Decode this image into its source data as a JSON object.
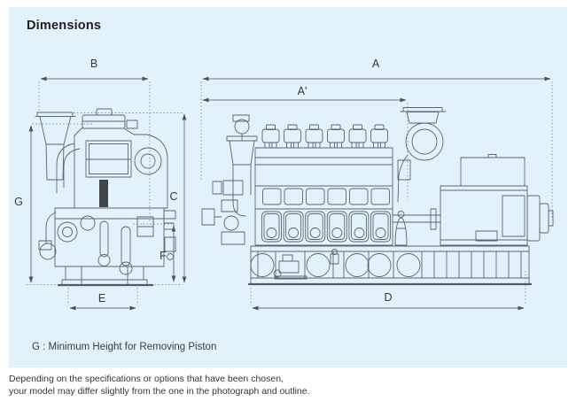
{
  "page": {
    "title": "Dimensions",
    "note": "G : Minimum Height for Removing Piston",
    "footer_line1": "Depending on the specifications or options that have been chosen,",
    "footer_line2": "your model may differ slightly from the one in the photograph and outline."
  },
  "labels": {
    "a": "A",
    "a_prime": "A'",
    "b": "B",
    "c": "C",
    "d": "D",
    "e": "E",
    "f": "F",
    "g": "G"
  },
  "figures": {
    "left_view": "marine engine end view outline drawing",
    "right_view": "marine engine with generator side view outline drawing"
  },
  "colors": {
    "panel_bg": "#e3f1fa",
    "drawing_line": "#5f6569",
    "dimension_line": "#868d94",
    "text": "#2e3133"
  }
}
